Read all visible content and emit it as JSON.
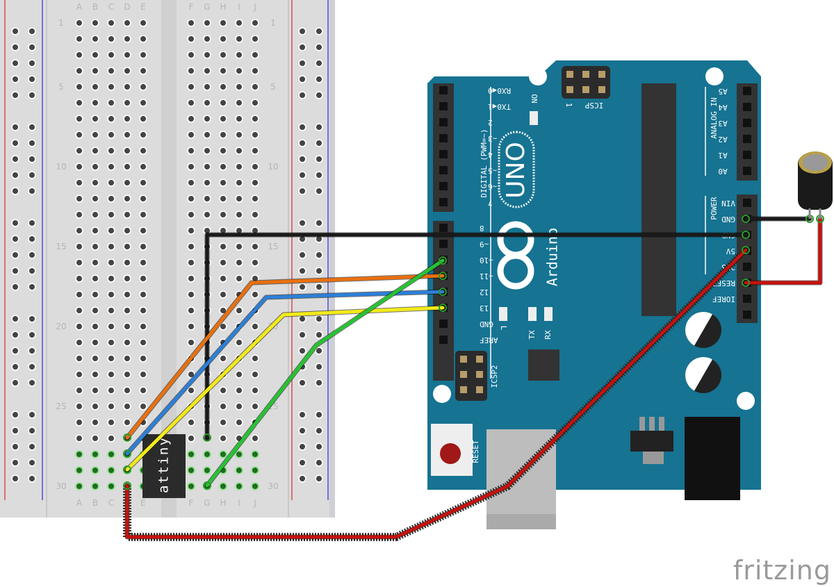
{
  "breadboard": {
    "column_labels_left": [
      "A",
      "B",
      "C",
      "D",
      "E"
    ],
    "column_labels_right": [
      "F",
      "G",
      "H",
      "I",
      "J"
    ],
    "row_numbers": [
      "1",
      "5",
      "10",
      "15",
      "20",
      "25",
      "30"
    ]
  },
  "chip": {
    "label": "attiny"
  },
  "arduino": {
    "model": "UNO",
    "brand": "Arduino",
    "digital_header_label": "DIGITAL (PWM=~)",
    "digital_pins_top": [
      "RX0◀0",
      "TX0◀1",
      "2",
      "~3",
      "4",
      "~5",
      "~6",
      "7"
    ],
    "digital_pins_bottom": [
      "8",
      "~9",
      "~10",
      "~11",
      "12",
      "13",
      "GND",
      "AREF"
    ],
    "analog_header_label": "ANALOG IN",
    "analog_pins": [
      "A5",
      "A4",
      "A3",
      "A2",
      "A1",
      "A0"
    ],
    "power_header_label": "POWER",
    "power_pins": [
      "VIN",
      "GND",
      "GND",
      "5V",
      "3V3",
      "RESET",
      "IOREF",
      ""
    ],
    "on_led_label": "ON",
    "l_led_label": "L",
    "tx_label": "TX",
    "rx_label": "RX",
    "icsp_label": "ICSP",
    "icsp_pin1_label": "1",
    "icsp2_label": "ICSP2",
    "reset_label": "RESET"
  },
  "wires": [
    {
      "name": "black-gnd",
      "color": "#1a1a1a"
    },
    {
      "name": "orange",
      "color": "#e8700f"
    },
    {
      "name": "blue",
      "color": "#2d7fd6"
    },
    {
      "name": "yellow",
      "color": "#f2ea1a"
    },
    {
      "name": "green",
      "color": "#27c233"
    },
    {
      "name": "red-5v",
      "color": "#c4120e"
    },
    {
      "name": "capacitor-gnd",
      "color": "#1a1a1a"
    },
    {
      "name": "capacitor-reset",
      "color": "#c4120e"
    }
  ],
  "colors": {
    "board": "#167392",
    "breadboard": "#dcdcdc",
    "rail_red": "#d12a2a",
    "rail_blue": "#2a2ad1"
  },
  "watermark": "fritzing"
}
